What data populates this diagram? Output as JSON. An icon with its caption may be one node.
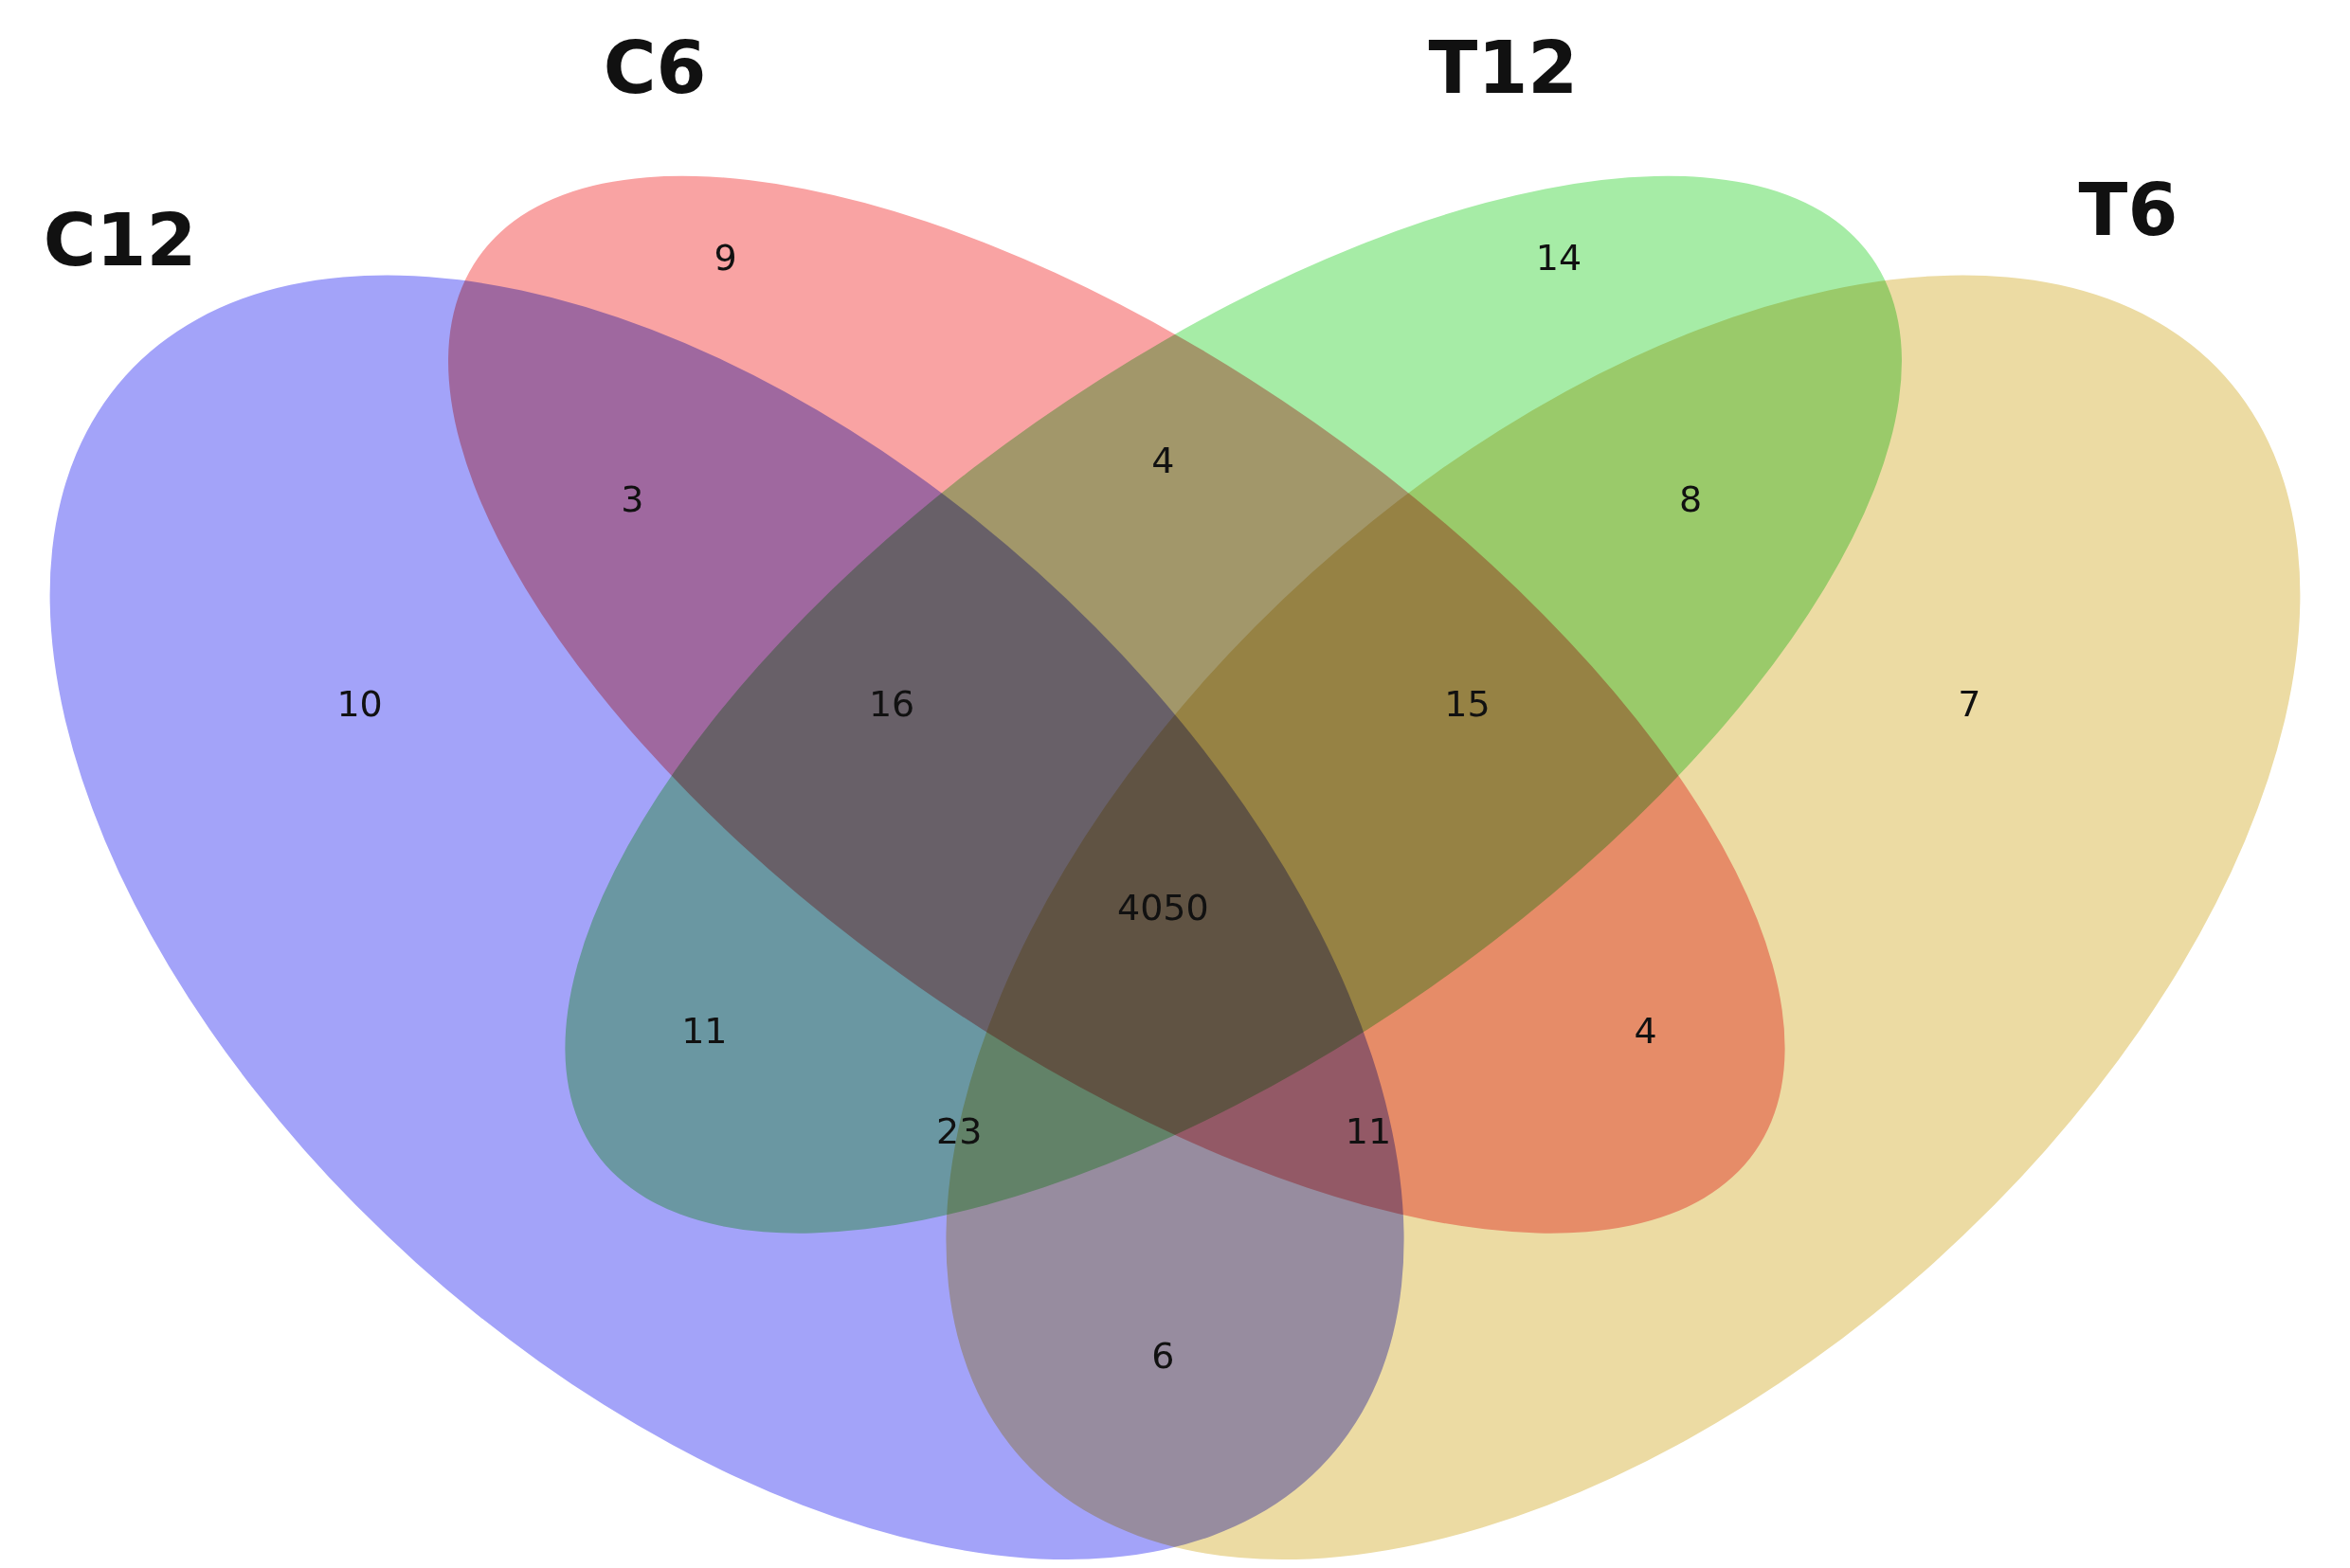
{
  "diagram": {
    "nodes": [
      {
        "text": [
          "C12"
        ]
      },
      {
        "text": [
          "C6"
        ]
      },
      {
        "text": [
          "T12"
        ]
      },
      {
        "text": [
          "T6"
        ]
      }
    ],
    "labels": [
      "9",
      "14",
      "4",
      "3",
      "8",
      "10",
      "16",
      "15",
      "7",
      "4050",
      "11",
      "4",
      "23",
      "11",
      "6"
    ]
  }
}
